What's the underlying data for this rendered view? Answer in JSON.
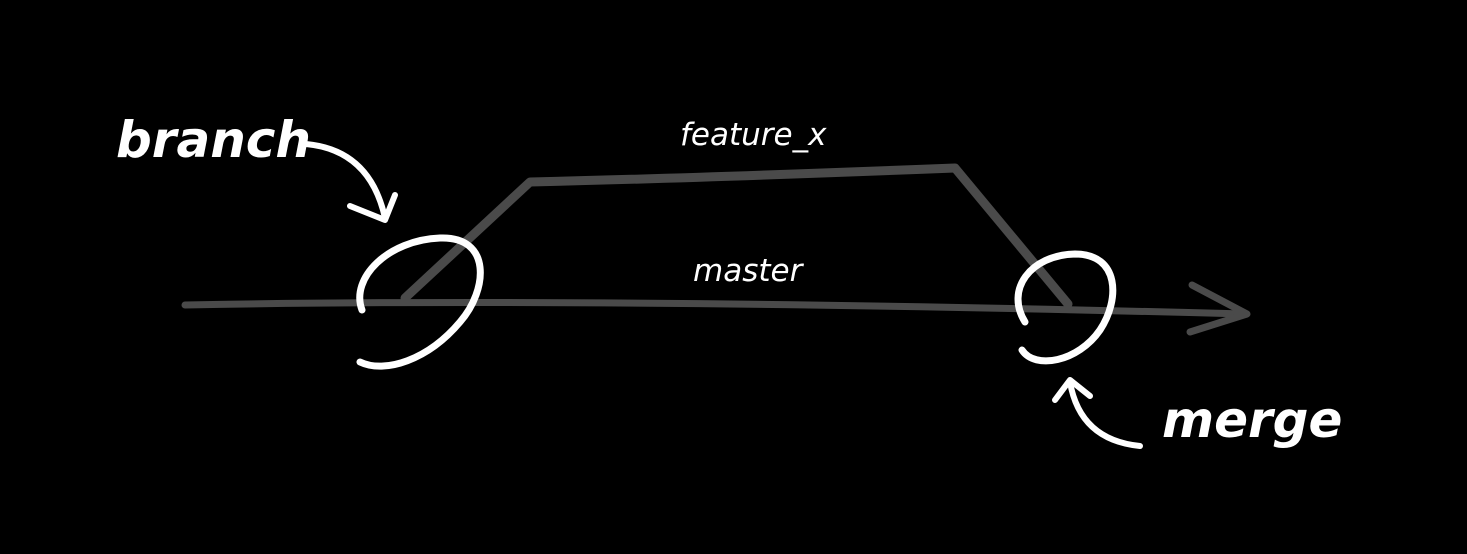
{
  "labels": {
    "branch": "branch",
    "feature_branch": "feature_x",
    "main_branch": "master",
    "merge": "merge"
  },
  "colors": {
    "background": "#000000",
    "main_line": "#4a4a4a",
    "feature_line": "#4a4a4a",
    "ink": "#ffffff"
  }
}
